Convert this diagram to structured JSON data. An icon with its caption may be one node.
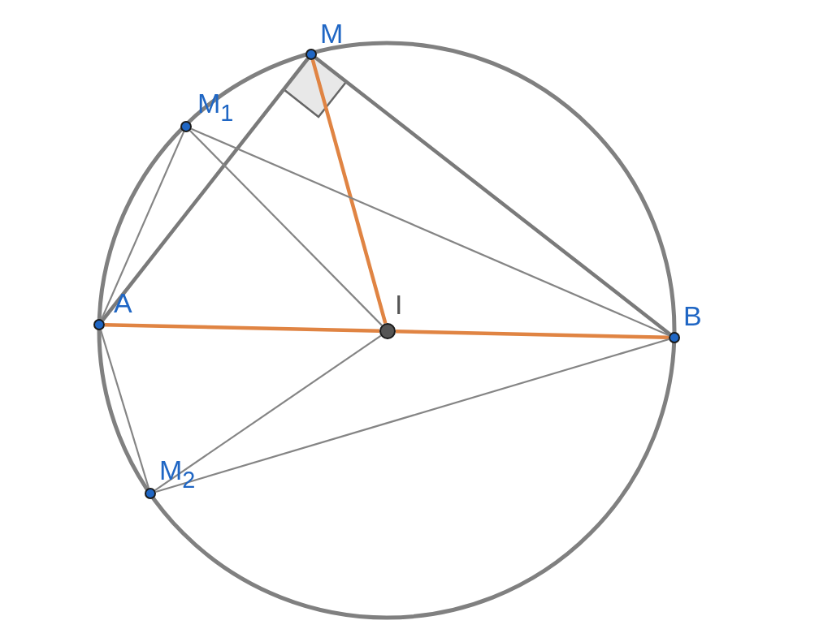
{
  "diagram": {
    "nodes": [
      {
        "text": [
          "M"
        ]
      },
      {
        "text": [
          "M$_{1}$"
        ]
      },
      {
        "text": [
          "A"
        ]
      },
      {
        "text": [
          "I"
        ]
      },
      {
        "text": [
          "B"
        ]
      },
      {
        "text": [
          "M$_{2}$"
        ]
      }
    ],
    "edges": [
      {
        "from": 2,
        "to": 3,
        "arrow": "none",
        "style": "thick",
        "color": "#e08443"
      },
      {
        "from": 3,
        "to": 4,
        "arrow": "none",
        "style": "thick",
        "color": "#e08443"
      },
      {
        "from": 0,
        "to": 3,
        "arrow": "none",
        "style": "thick",
        "color": "#e08443"
      },
      {
        "from": 0,
        "to": 2,
        "arrow": "none",
        "style": "thick"
      },
      {
        "from": 0,
        "to": 4,
        "arrow": "none",
        "style": "thick"
      },
      {
        "from": 1,
        "to": 2,
        "arrow": "none"
      },
      {
        "from": 1,
        "to": 3,
        "arrow": "none"
      },
      {
        "from": 1,
        "to": 4,
        "arrow": "none"
      },
      {
        "from": 5,
        "to": 2,
        "arrow": "none"
      },
      {
        "from": 5,
        "to": 3,
        "arrow": "none"
      },
      {
        "from": 5,
        "to": 4,
        "arrow": "none"
      }
    ]
  }
}
